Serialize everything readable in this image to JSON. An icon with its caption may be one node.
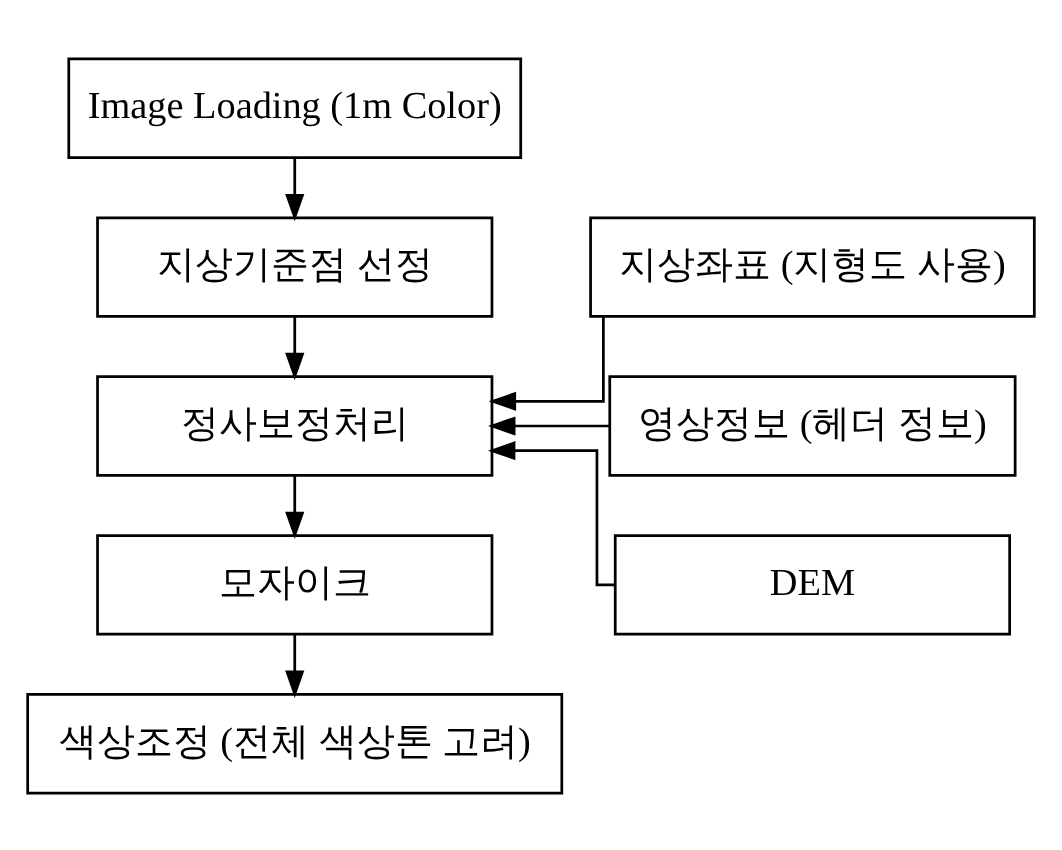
{
  "diagram": {
    "nodes": [
      {
        "text": [
          "Image Loading (1m Color)"
        ]
      },
      {
        "text": [
          "지상기준점 선정"
        ]
      },
      {
        "text": [
          "정사보정처리"
        ]
      },
      {
        "text": [
          "모자이크"
        ]
      },
      {
        "text": [
          "색상조정 (전체 색상톤 고려)"
        ]
      },
      {
        "text": [
          "지상좌표 (지형도 사용)"
        ]
      },
      {
        "text": [
          "영상정보 (헤더 정보)"
        ]
      },
      {
        "text": [
          "DEM"
        ]
      }
    ],
    "edges": [
      {
        "from": 0,
        "to": 1,
        "arrow": "to"
      },
      {
        "from": 1,
        "to": 2,
        "arrow": "to"
      },
      {
        "from": 2,
        "to": 3,
        "arrow": "to"
      },
      {
        "from": 3,
        "to": 4,
        "arrow": "to"
      },
      {
        "from": 5,
        "to": 2,
        "arrow": "to"
      },
      {
        "from": 6,
        "to": 2,
        "arrow": "to"
      },
      {
        "from": 7,
        "to": 2,
        "arrow": "to"
      }
    ]
  }
}
